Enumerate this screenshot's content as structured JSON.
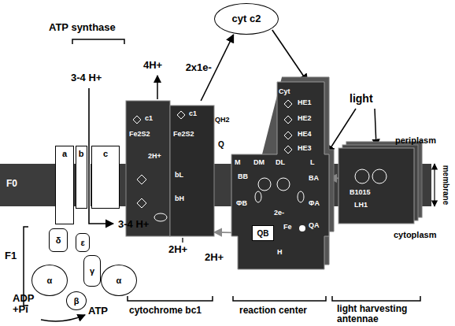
{
  "diagram": {
    "nodes": [
      {
        "text": [
          "cyt c2"
        ]
      },
      {
        "text": [
          "c1",
          "Fe2S2",
          "c1",
          "Fe2S2",
          "2H+",
          "bL",
          "bH"
        ]
      },
      {
        "text": [
          "Cyt",
          "HE1",
          "HE2",
          "HE4",
          "HE3",
          "M",
          "DM",
          "DL",
          "L",
          "BB",
          "BA",
          "ΦB",
          "ΦA",
          "2e-",
          "Fe",
          "QA",
          "H"
        ]
      },
      {
        "text": [
          "QB"
        ],
        "in": 2
      },
      {
        "text": [
          "B1015",
          "LH1"
        ]
      },
      {
        "text": [
          "a"
        ]
      },
      {
        "text": [
          "b"
        ]
      },
      {
        "text": [
          "c"
        ]
      },
      {
        "text": [
          "δ"
        ]
      },
      {
        "text": [
          "ε"
        ]
      },
      {
        "text": [
          "γ"
        ]
      },
      {
        "text": [
          "α"
        ]
      },
      {
        "text": [
          "β"
        ]
      },
      {
        "text": [
          "α"
        ]
      }
    ],
    "edges": [
      {
        "from": 1,
        "to": 0,
        "arrow": "to",
        "label": "2x1e-"
      },
      {
        "from": 0,
        "to": 2,
        "arrow": "to"
      },
      {
        "from": 3,
        "to": 1,
        "arrow": "to"
      },
      {
        "from": 4,
        "to": 2,
        "arrow": "to"
      }
    ],
    "labels": [
      "ATP synthase",
      "3-4 H+",
      "4H+",
      "light",
      "periplasm",
      "membrane",
      "cytoplasm",
      "F0",
      "F1",
      "3-4 H+",
      "QH2",
      "Q",
      "2H+",
      "2H+",
      "ADP +Pi",
      "ATP",
      "cytochrome bc1",
      "reaction center",
      "light harvesting antennae"
    ]
  }
}
